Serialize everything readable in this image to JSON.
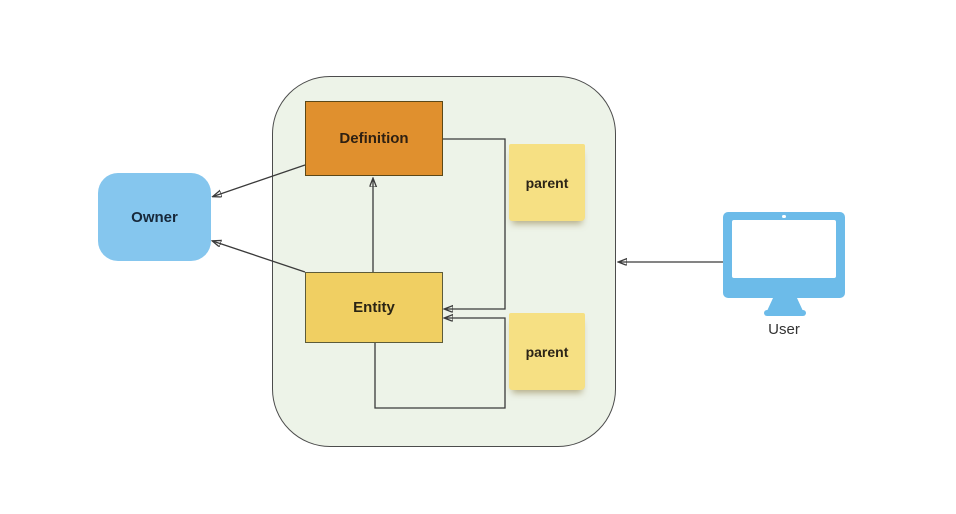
{
  "diagram": {
    "system_boundary": {
      "fill": "#EDF3E8",
      "border_color": "#4c4c4c"
    },
    "nodes": {
      "definition": {
        "label": "Definition",
        "fill": "#E0902E",
        "border_color": "#5c4817"
      },
      "entity": {
        "label": "Entity",
        "fill": "#F0CF62",
        "border_color": "#5d5b39"
      },
      "owner": {
        "label": "Owner",
        "fill": "#85C6EE"
      },
      "sticky_top": {
        "label": "parent",
        "fill": "#F6E083"
      },
      "sticky_bottom": {
        "label": "parent",
        "fill": "#F6E083"
      },
      "user": {
        "label": "User",
        "icon": "monitor-icon",
        "icon_color": "#6CBBE9"
      }
    },
    "edges": [
      {
        "from": "entity",
        "to": "definition",
        "arrow_at": "definition"
      },
      {
        "from": "definition",
        "to": "entity",
        "arrow_at": "entity",
        "note": "parent"
      },
      {
        "from": "entity",
        "to": "entity",
        "arrow_at": "entity",
        "note": "parent",
        "type": "self-loop"
      },
      {
        "from": "definition",
        "to": "owner",
        "arrow_at": "owner"
      },
      {
        "from": "entity",
        "to": "owner",
        "arrow_at": "owner"
      },
      {
        "from": "user",
        "to": "system_boundary",
        "arrow_at": "system_boundary"
      }
    ],
    "line_color": "#3a3a3a",
    "background": "#ffffff"
  }
}
